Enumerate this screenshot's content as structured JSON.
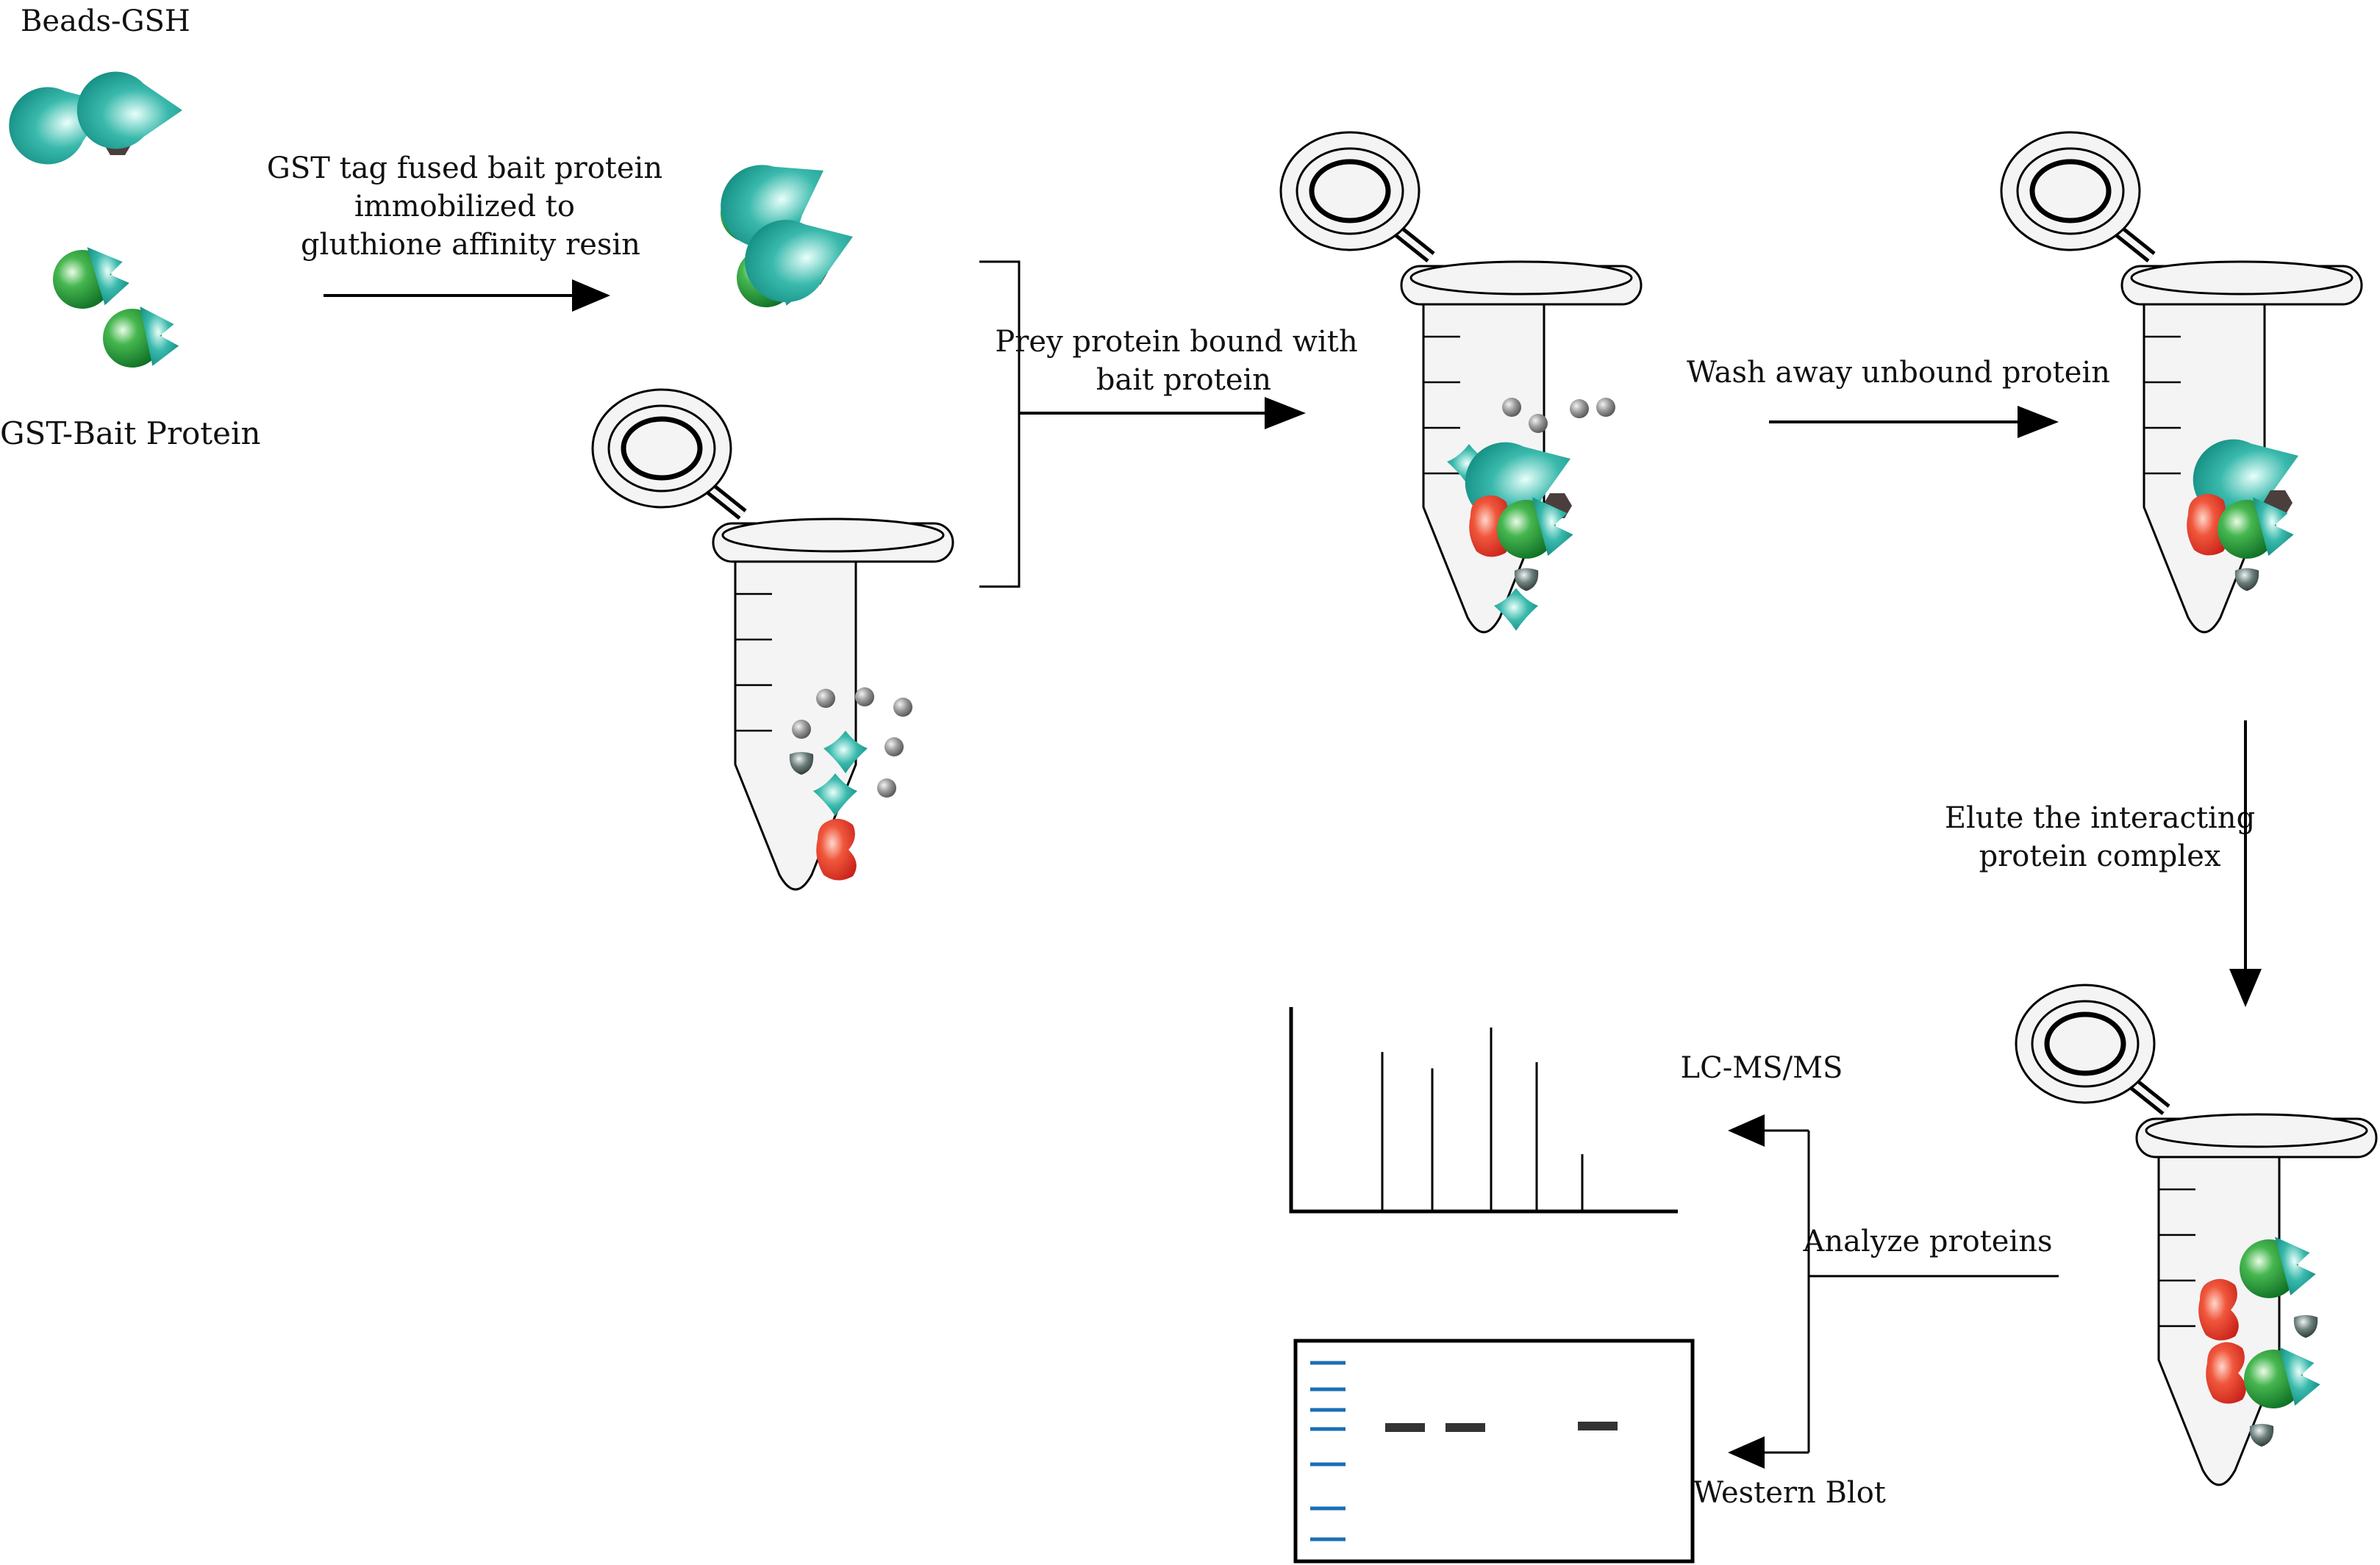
{
  "labels": {
    "beads_gsh": "Beads-GSH",
    "gst_bait": "GST-Bait Protein",
    "step1_line1": "GST tag fused bait protein",
    "step1_line2": "immobilized to",
    "step1_line3": "gluthione affinity resin",
    "step2_line1": "Prey protein bound with",
    "step2_line2": "bait protein",
    "step3": "Wash away unbound protein",
    "step4_line1": "Elute the interacting",
    "step4_line2": "protein complex",
    "analyze": "Analyze proteins",
    "lcms": "LC-MS/MS",
    "western": "Western Blot"
  },
  "colors": {
    "teal": "#129f92",
    "green": "#2c9a3c",
    "red": "#e6422a",
    "hexagon": "#4a3f3d",
    "bead": "#8a8a8a",
    "tube": "#f4f4f4",
    "blot_marker": "#1a6fb5",
    "blot_band": "#333333"
  },
  "spectrum_peaks": [
    0.78,
    0.7,
    0.9,
    0.73,
    0.28
  ]
}
